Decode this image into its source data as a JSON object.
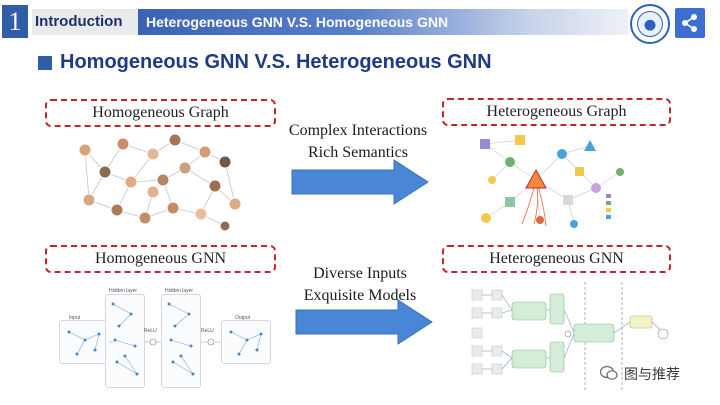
{
  "header": {
    "section_number": "1",
    "section_label": "Introduction",
    "bar_title": "Heterogeneous GNN V.S. Homogeneous GNN"
  },
  "slide": {
    "title": "Homogeneous GNN V.S. Heterogeneous GNN"
  },
  "labels": {
    "homo_graph": "Homogeneous Graph",
    "hetero_graph": "Heterogeneous Graph",
    "homo_gnn": "Homogeneous GNN",
    "hetero_gnn": "Heterogeneous GNN"
  },
  "arrows": {
    "top_line1": "Complex Interactions",
    "top_line2": "Rich Semantics",
    "bottom_line1": "Diverse Inputs",
    "bottom_line2": "Exquisite Models"
  },
  "homo_gnn_fig": {
    "input": "Input",
    "hidden1": "Hidden layer",
    "hidden2": "Hidden layer",
    "relu1": "ReLU",
    "relu2": "ReLU",
    "output": "Output"
  },
  "watermark": {
    "text": "图与推荐"
  },
  "colors": {
    "accent": "#2f5da8",
    "dash": "#c0272d",
    "arrow": "#4a86d6"
  }
}
